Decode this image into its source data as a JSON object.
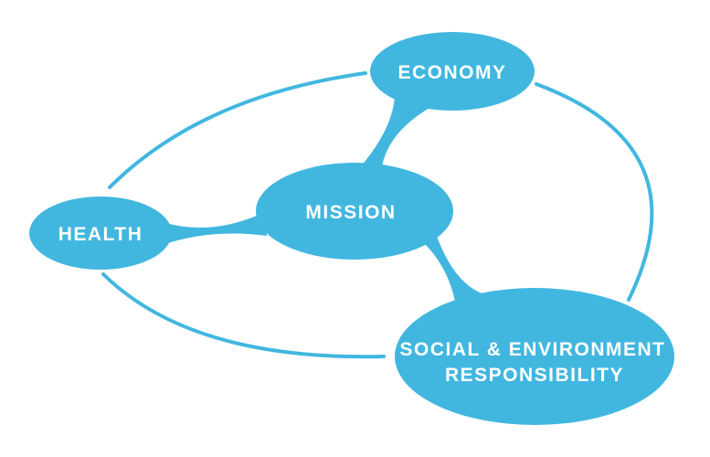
{
  "nodes": {
    "economy": "ECONOMY",
    "mission": "MISSION",
    "health": "HEALTH",
    "social_line1": "SOCIAL & ENVIRONMENT",
    "social_line2": "RESPONSIBILITY"
  },
  "colors": {
    "accent": "#41b7e0",
    "text": "#ffffff"
  }
}
